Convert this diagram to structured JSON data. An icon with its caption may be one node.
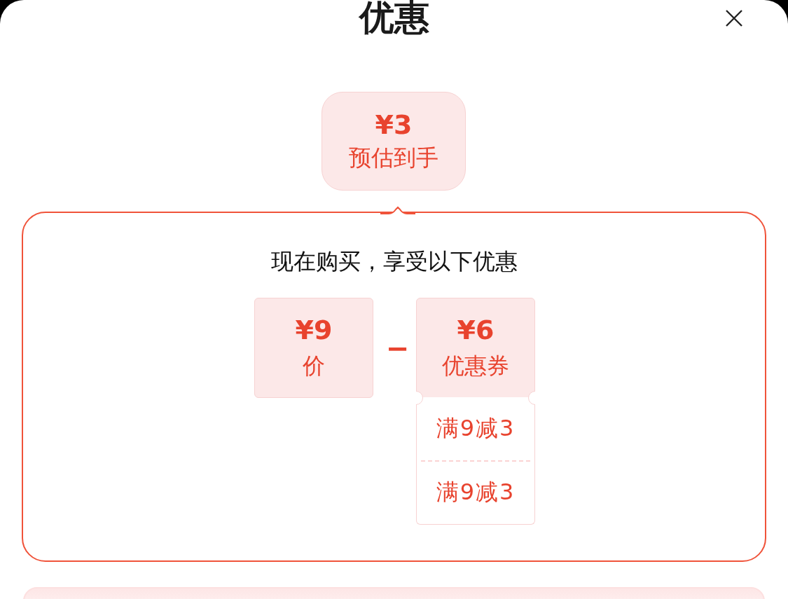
{
  "diagram": {
    "title": "优惠",
    "nodes": [
      {
        "text": [
          "¥3",
          "预估到手"
        ]
      },
      {
        "text": [
          "现在购买，享受以下优惠"
        ]
      },
      {
        "text": [
          "¥9",
          "价"
        ],
        "in": 1
      },
      {
        "text": [
          "¥6",
          "优惠券"
        ],
        "in": 1
      },
      {
        "text": [
          "满9减3",
          "满9减3"
        ],
        "in": 1
      }
    ],
    "edges": [],
    "labels": [
      "−"
    ]
  }
}
